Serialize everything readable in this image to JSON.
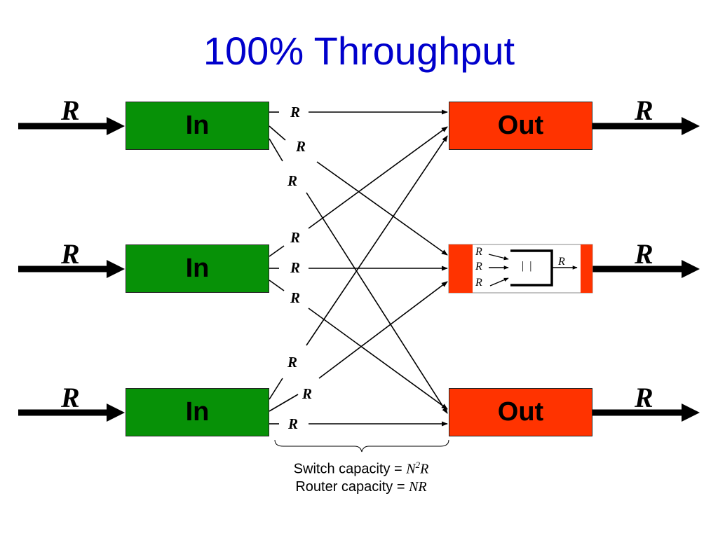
{
  "title": "100% Throughput",
  "colors": {
    "title": "#0000cc",
    "input_box": "#079107",
    "output_box": "#ff3300",
    "line": "#000000"
  },
  "inputs": [
    {
      "label": "In",
      "rate": "R"
    },
    {
      "label": "In",
      "rate": "R"
    },
    {
      "label": "In",
      "rate": "R"
    }
  ],
  "outputs": [
    {
      "label": "Out",
      "rate": "R"
    },
    {
      "label": "",
      "rate": "R"
    },
    {
      "label": "Out",
      "rate": "R"
    }
  ],
  "link_labels": {
    "from_in_1": [
      "R",
      "R",
      "R"
    ],
    "from_in_2": [
      "R",
      "R",
      "R"
    ],
    "from_in_3": [
      "R",
      "R",
      "R"
    ]
  },
  "queue_detail": {
    "incoming": [
      "R",
      "R",
      "R"
    ],
    "queue_symbol": "| |",
    "outgoing": "R"
  },
  "caption": {
    "switch_prefix": "Switch capacity = ",
    "switch_value": "N",
    "switch_power": "2",
    "switch_suffix": "R",
    "router_prefix": "Router capacity = ",
    "router_value": "NR"
  }
}
